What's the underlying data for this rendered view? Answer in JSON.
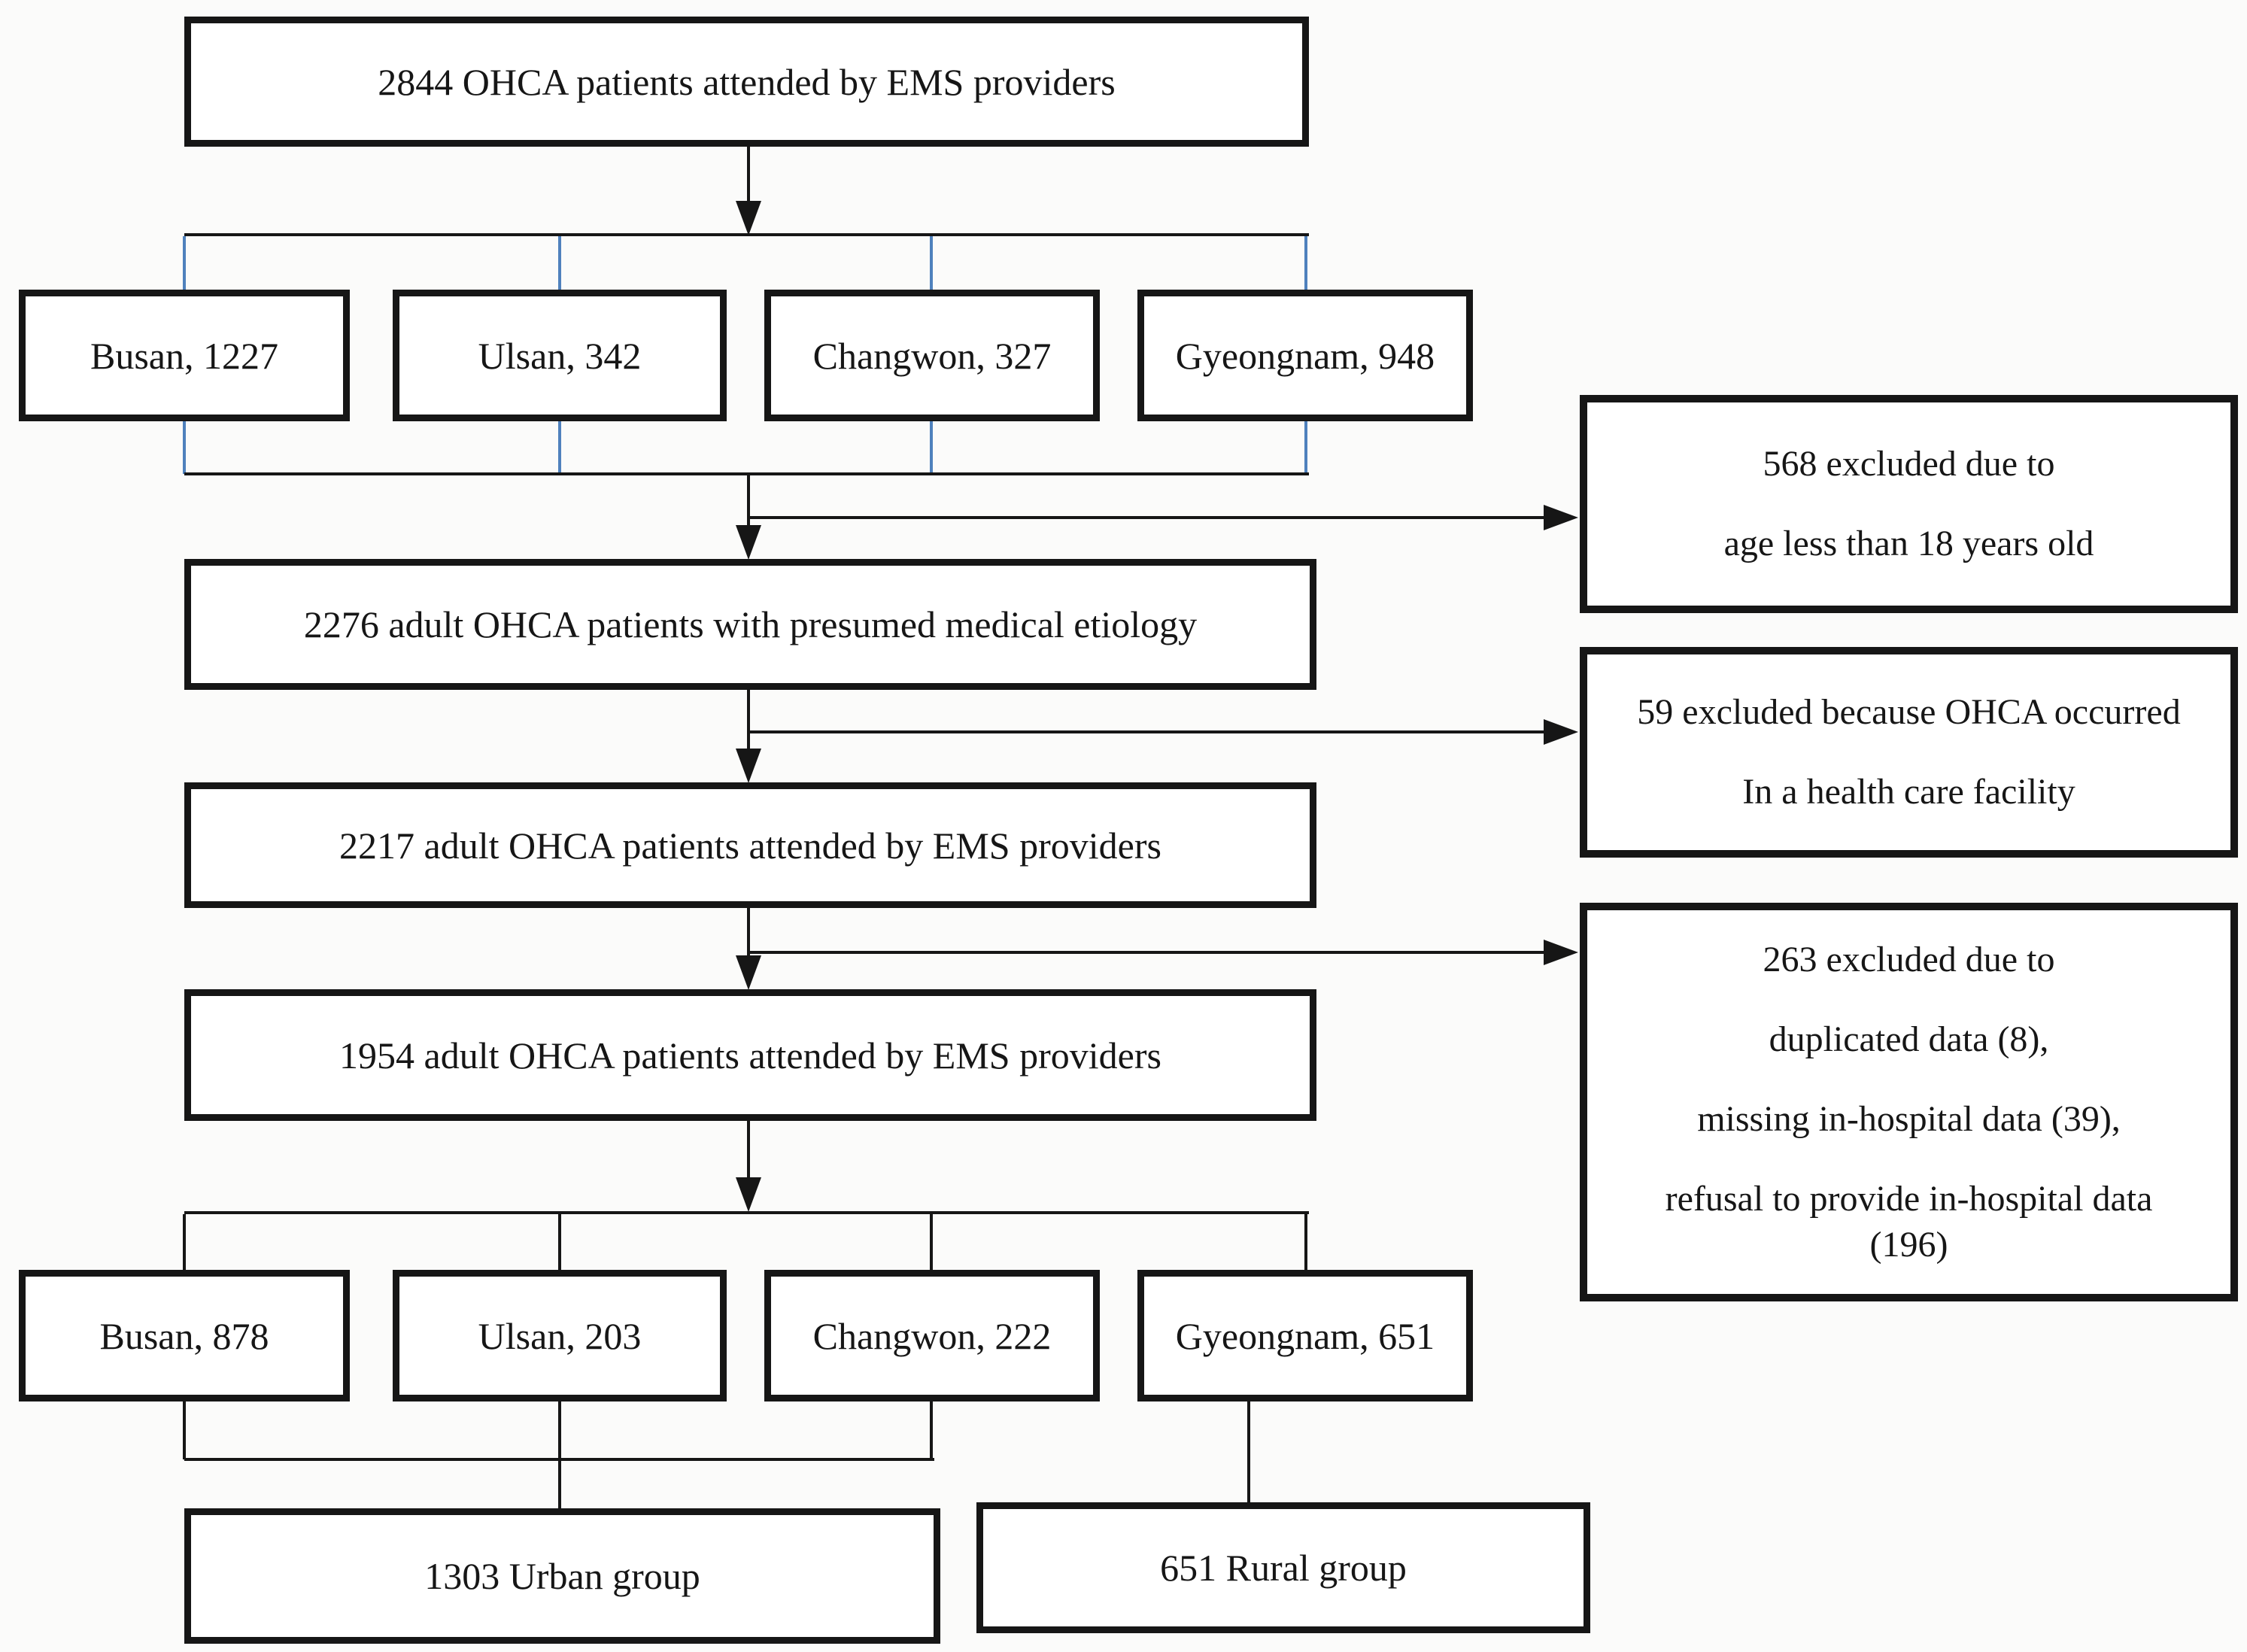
{
  "figure": {
    "type": "patient-enrollment-flow-diagram",
    "nodes": {
      "top": "2844 OHCA patients attended by EMS providers",
      "row1": [
        "Busan, 1227",
        "Ulsan, 342",
        "Changwon, 327",
        "Gyeongnam, 948"
      ],
      "stage_2276": "2276 adult OHCA patients with presumed medical etiology",
      "stage_2217": "2217 adult OHCA patients attended by EMS providers",
      "stage_1954": "1954 adult OHCA patients attended by EMS providers",
      "row2": [
        "Busan, 878",
        "Ulsan, 203",
        "Changwon, 222",
        "Gyeongnam, 651"
      ],
      "urban": "1303 Urban group",
      "rural": "651 Rural group"
    },
    "exclusions": [
      {
        "lines": [
          "568 excluded due to",
          "age less than 18 years old"
        ]
      },
      {
        "lines": [
          "59 excluded because OHCA occurred",
          "In a health care facility"
        ]
      },
      {
        "lines": [
          "263 excluded due to",
          "duplicated data (8),",
          "missing in-hospital data (39),",
          "refusal to provide in-hospital data",
          "(196)"
        ]
      }
    ],
    "colors": {
      "connector_blue": "#4f81bd",
      "line_black": "#161616",
      "background": "#fbfbfa"
    }
  }
}
